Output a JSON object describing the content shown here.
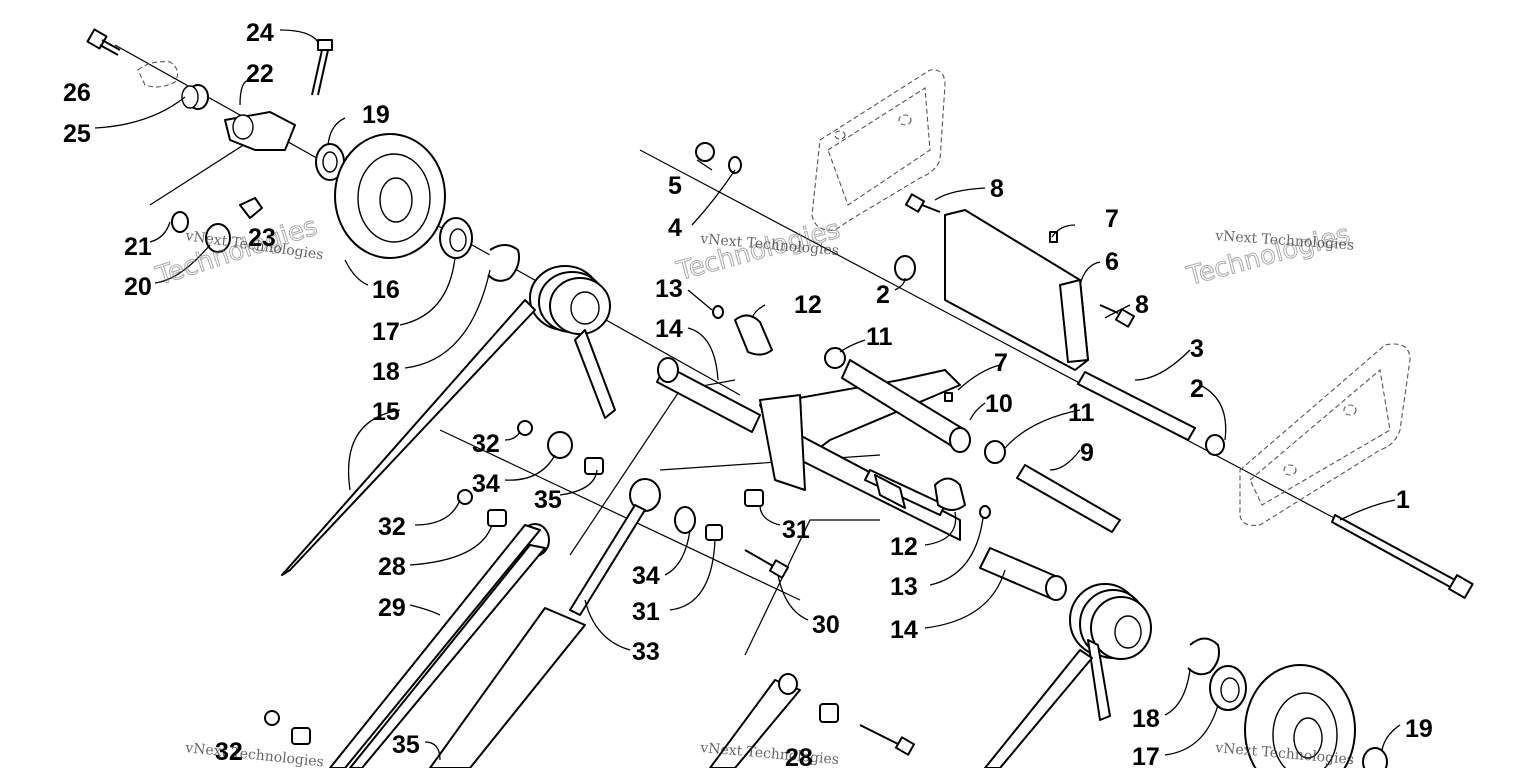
{
  "diagram": {
    "callouts": [
      {
        "id": "c26",
        "text": "26"
      },
      {
        "id": "c24",
        "text": "24"
      },
      {
        "id": "c22",
        "text": "22"
      },
      {
        "id": "c25",
        "text": "25"
      },
      {
        "id": "c19a",
        "text": "19"
      },
      {
        "id": "c21",
        "text": "21"
      },
      {
        "id": "c23",
        "text": "23"
      },
      {
        "id": "c20",
        "text": "20"
      },
      {
        "id": "c16",
        "text": "16"
      },
      {
        "id": "c17a",
        "text": "17"
      },
      {
        "id": "c18a",
        "text": "18"
      },
      {
        "id": "c15",
        "text": "15"
      },
      {
        "id": "c5",
        "text": "5"
      },
      {
        "id": "c4",
        "text": "4"
      },
      {
        "id": "c8a",
        "text": "8"
      },
      {
        "id": "c7a",
        "text": "7"
      },
      {
        "id": "c6",
        "text": "6"
      },
      {
        "id": "c2a",
        "text": "2"
      },
      {
        "id": "c8b",
        "text": "8"
      },
      {
        "id": "c13a",
        "text": "13"
      },
      {
        "id": "c12a",
        "text": "12"
      },
      {
        "id": "c14a",
        "text": "14"
      },
      {
        "id": "c11a",
        "text": "11"
      },
      {
        "id": "c7b",
        "text": "7"
      },
      {
        "id": "c3",
        "text": "3"
      },
      {
        "id": "c10",
        "text": "10"
      },
      {
        "id": "c11b",
        "text": "11"
      },
      {
        "id": "c2b",
        "text": "2"
      },
      {
        "id": "c9",
        "text": "9"
      },
      {
        "id": "c32a",
        "text": "32"
      },
      {
        "id": "c34a",
        "text": "34"
      },
      {
        "id": "c35a",
        "text": "35"
      },
      {
        "id": "c32b",
        "text": "32"
      },
      {
        "id": "c28a",
        "text": "28"
      },
      {
        "id": "c31a",
        "text": "31"
      },
      {
        "id": "c1",
        "text": "1"
      },
      {
        "id": "c12b",
        "text": "12"
      },
      {
        "id": "c13b",
        "text": "13"
      },
      {
        "id": "c29",
        "text": "29"
      },
      {
        "id": "c34b",
        "text": "34"
      },
      {
        "id": "c31b",
        "text": "31"
      },
      {
        "id": "c30",
        "text": "30"
      },
      {
        "id": "c33",
        "text": "33"
      },
      {
        "id": "c14b",
        "text": "14"
      },
      {
        "id": "c18b",
        "text": "18"
      },
      {
        "id": "c17b",
        "text": "17"
      },
      {
        "id": "c19b",
        "text": "19"
      },
      {
        "id": "c35b",
        "text": "35"
      },
      {
        "id": "c32c",
        "text": "32"
      },
      {
        "id": "c28b",
        "text": "28"
      }
    ],
    "watermarks": [
      {
        "id": "wm1",
        "line1": "vNext Technologies"
      },
      {
        "id": "wm2",
        "line1": "vNext Technologies"
      },
      {
        "id": "wm3",
        "line1": "vNext Technologies"
      },
      {
        "id": "wm4",
        "line1": "vNext Technologies"
      },
      {
        "id": "wm5",
        "line1": "vNext Technologies"
      },
      {
        "id": "wm6",
        "line1": "vNext Technologies"
      }
    ]
  }
}
